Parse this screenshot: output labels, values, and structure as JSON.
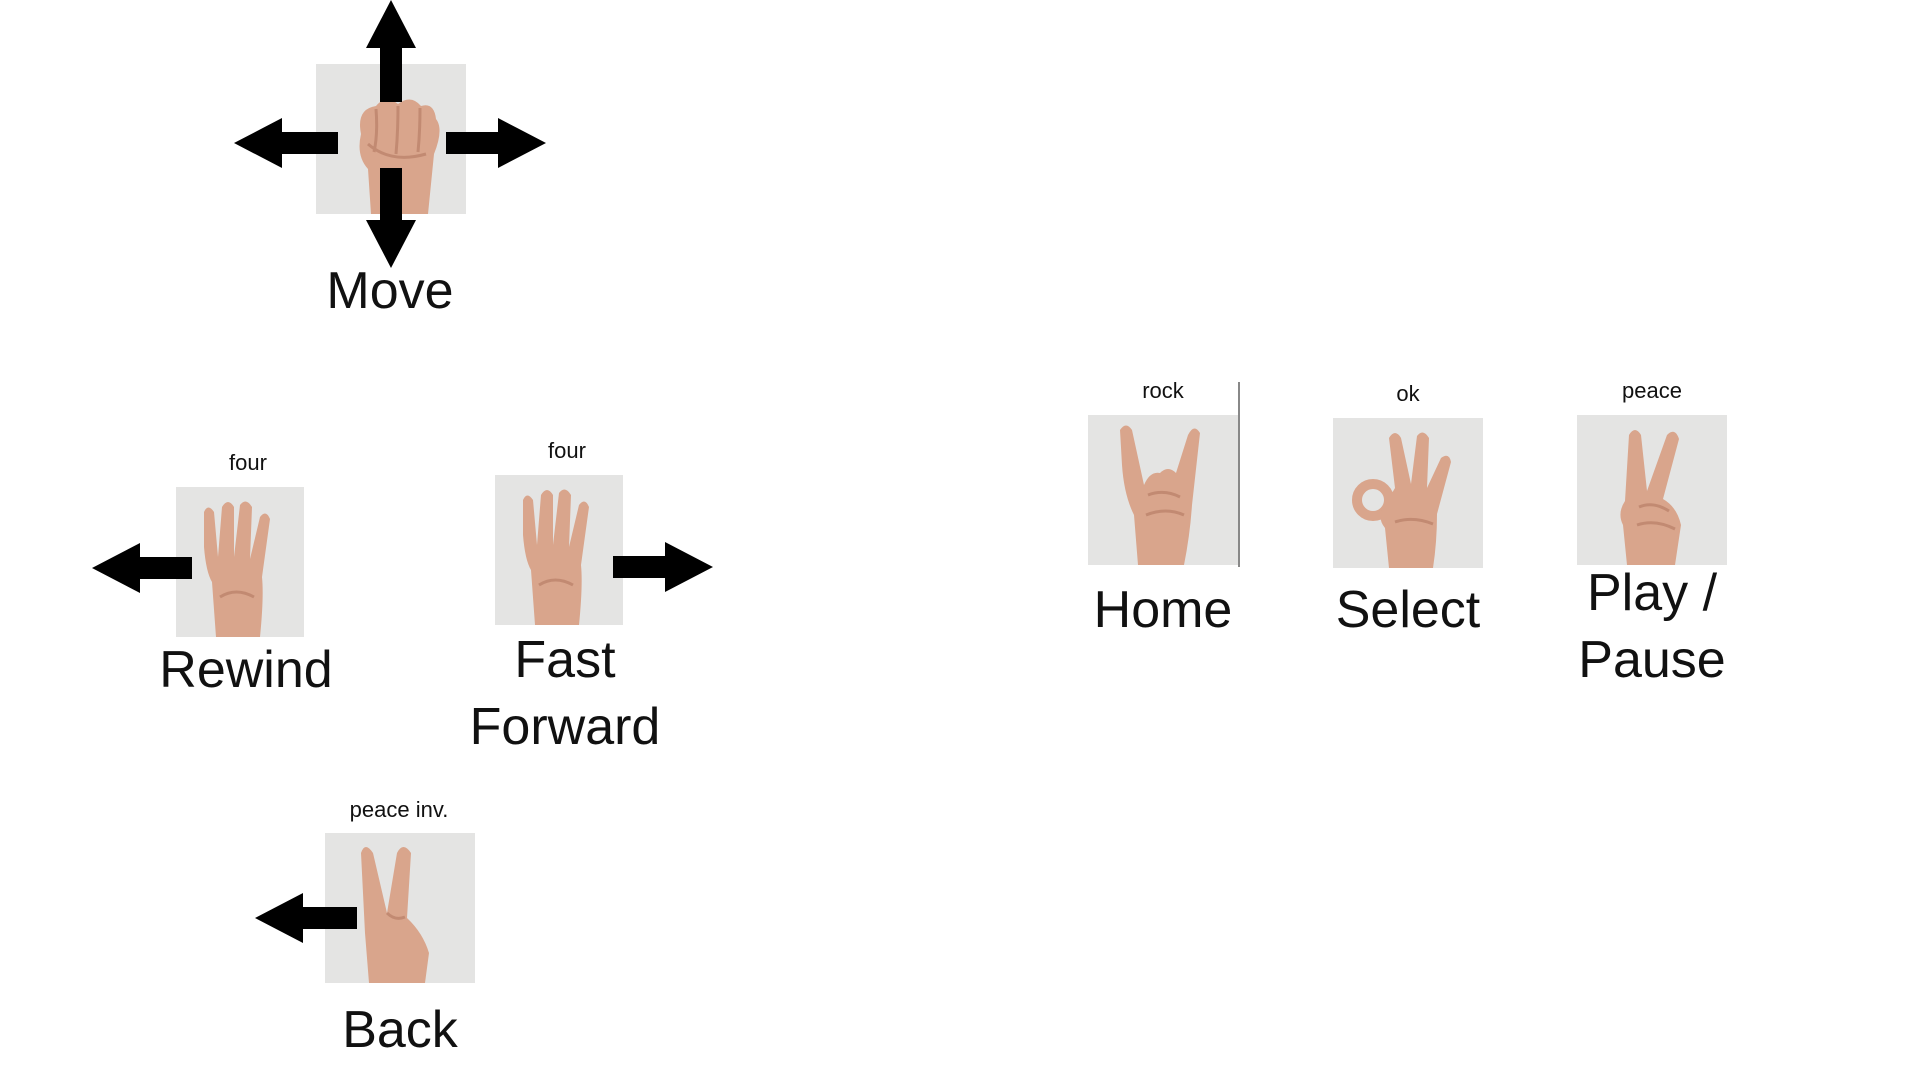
{
  "colors": {
    "background": "#ffffff",
    "photo_bg": "#e4e4e3",
    "skin": "#d9a58c",
    "skin_shade": "#c28a72",
    "arrow": "#000000",
    "text": "#111111"
  },
  "gestures": {
    "move": {
      "action": "Move",
      "hand": "fist",
      "arrows": [
        "up-arrow-icon",
        "down-arrow-icon",
        "left-arrow-icon",
        "right-arrow-icon"
      ]
    },
    "rewind": {
      "gesture": "four",
      "action": "Rewind",
      "hand": "four-fingers",
      "arrow": "left-arrow-icon"
    },
    "fast_forward": {
      "gesture": "four",
      "action_line1": "Fast",
      "action_line2": "Forward",
      "hand": "four-fingers",
      "arrow": "right-arrow-icon"
    },
    "back": {
      "gesture": "peace inv.",
      "action": "Back",
      "hand": "peace-inverted",
      "arrow": "left-arrow-icon"
    },
    "home": {
      "gesture": "rock",
      "action": "Home",
      "hand": "rock"
    },
    "select": {
      "gesture": "ok",
      "action": "Select",
      "hand": "ok"
    },
    "play_pause": {
      "gesture": "peace",
      "action_line1": "Play /",
      "action_line2": "Pause",
      "hand": "peace"
    }
  }
}
